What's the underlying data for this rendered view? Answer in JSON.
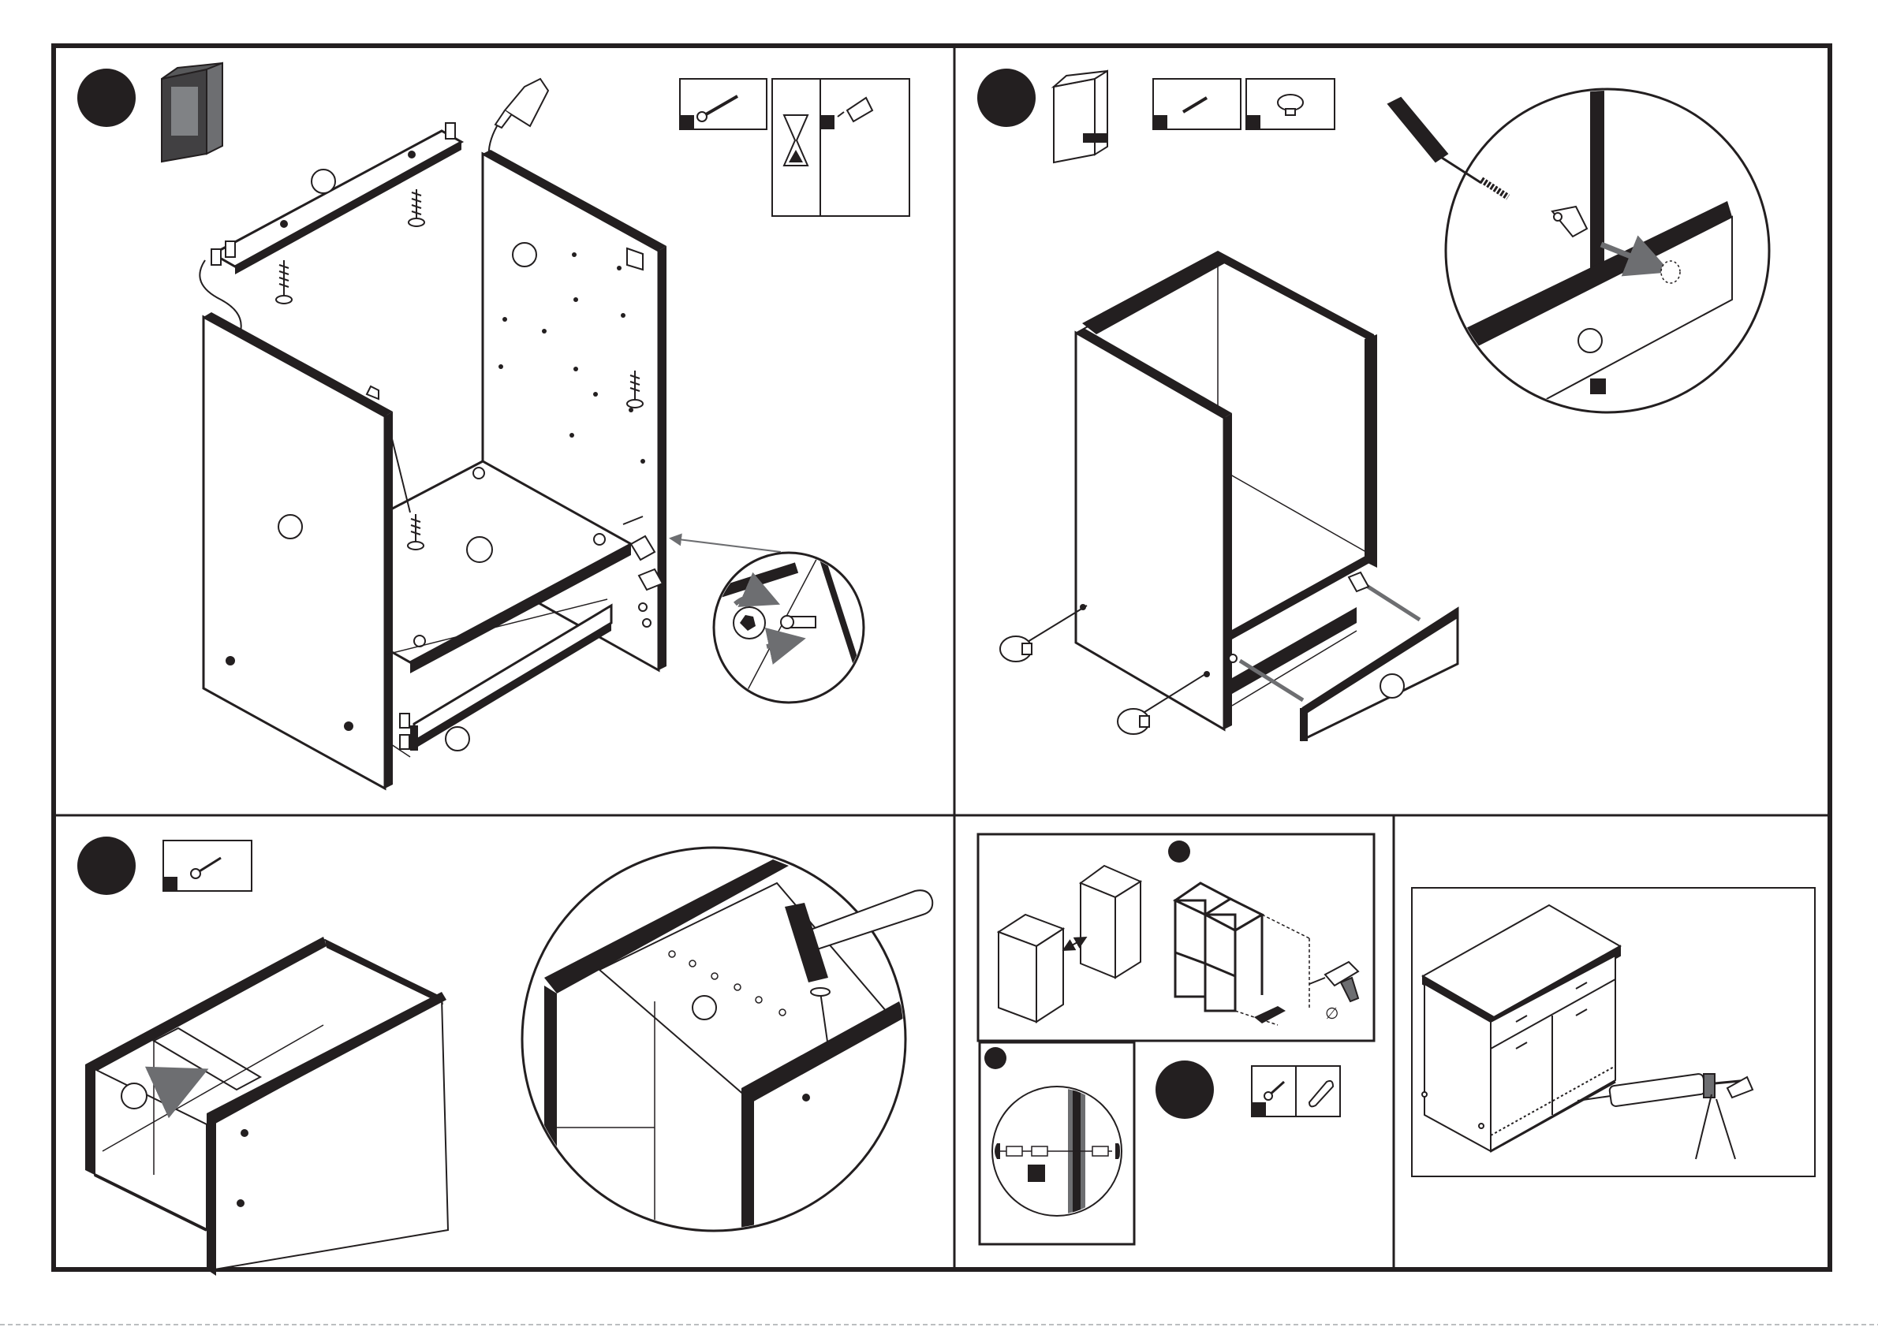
{
  "sheet": {
    "description_text": "",
    "panels": [
      {
        "id": "step-a",
        "label": "",
        "parts": [
          "screw",
          "glue"
        ]
      },
      {
        "id": "step-b",
        "label": "",
        "parts": [
          "screw",
          "knob"
        ]
      },
      {
        "id": "step-c",
        "label": "",
        "parts": [
          "nail"
        ]
      },
      {
        "id": "step-d",
        "label": "",
        "parts": [
          "wall-plug",
          "dowel"
        ]
      },
      {
        "id": "step-e",
        "label": "",
        "parts": []
      }
    ],
    "icons": {
      "step_marker": "filled-circle-icon",
      "cabinet_thumbnail": "cabinet-icon",
      "hourglass": "hourglass-icon",
      "glue_tube": "glue-tube-icon",
      "screwdriver": "screwdriver-icon",
      "hammer": "hammer-icon",
      "drill": "drill-icon",
      "caulk_gun": "caulk-gun-icon"
    },
    "colors": {
      "ink": "#231f20",
      "grey": "#808080",
      "paper": "#ffffff"
    }
  }
}
